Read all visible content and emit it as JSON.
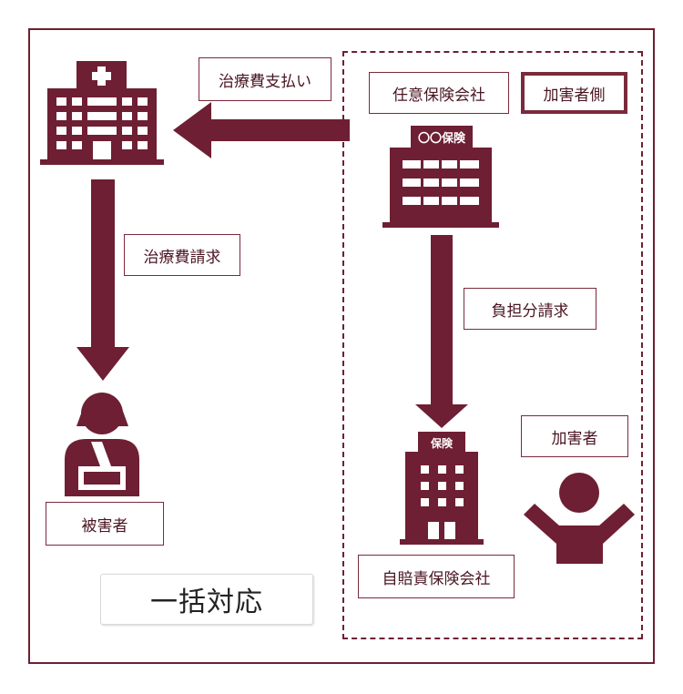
{
  "colors": {
    "primary": "#6e1f33",
    "border": "#7a2a3c",
    "text": "#4a1522"
  },
  "icons": {
    "hospital": "hospital-icon",
    "insurer_building": "insurer-building-icon",
    "jibaiseki_building": "jibaiseki-building-icon",
    "victim": "injured-person-icon",
    "perpetrator": "person-arms-raised-icon"
  },
  "labels": {
    "treatment_payment": "治療費支払い",
    "treatment_claim": "治療費請求",
    "share_claim": "負担分請求",
    "voluntary_insurer": "任意保険会社",
    "perpetrator_side": "加害者側",
    "perpetrator": "加害者",
    "victim": "被害者",
    "jibaiseki_insurer": "自賠責保険会社",
    "ikkatsu": "一括対応"
  },
  "building_signs": {
    "insurer": "〇〇保険",
    "jibaiseki": "保険"
  }
}
